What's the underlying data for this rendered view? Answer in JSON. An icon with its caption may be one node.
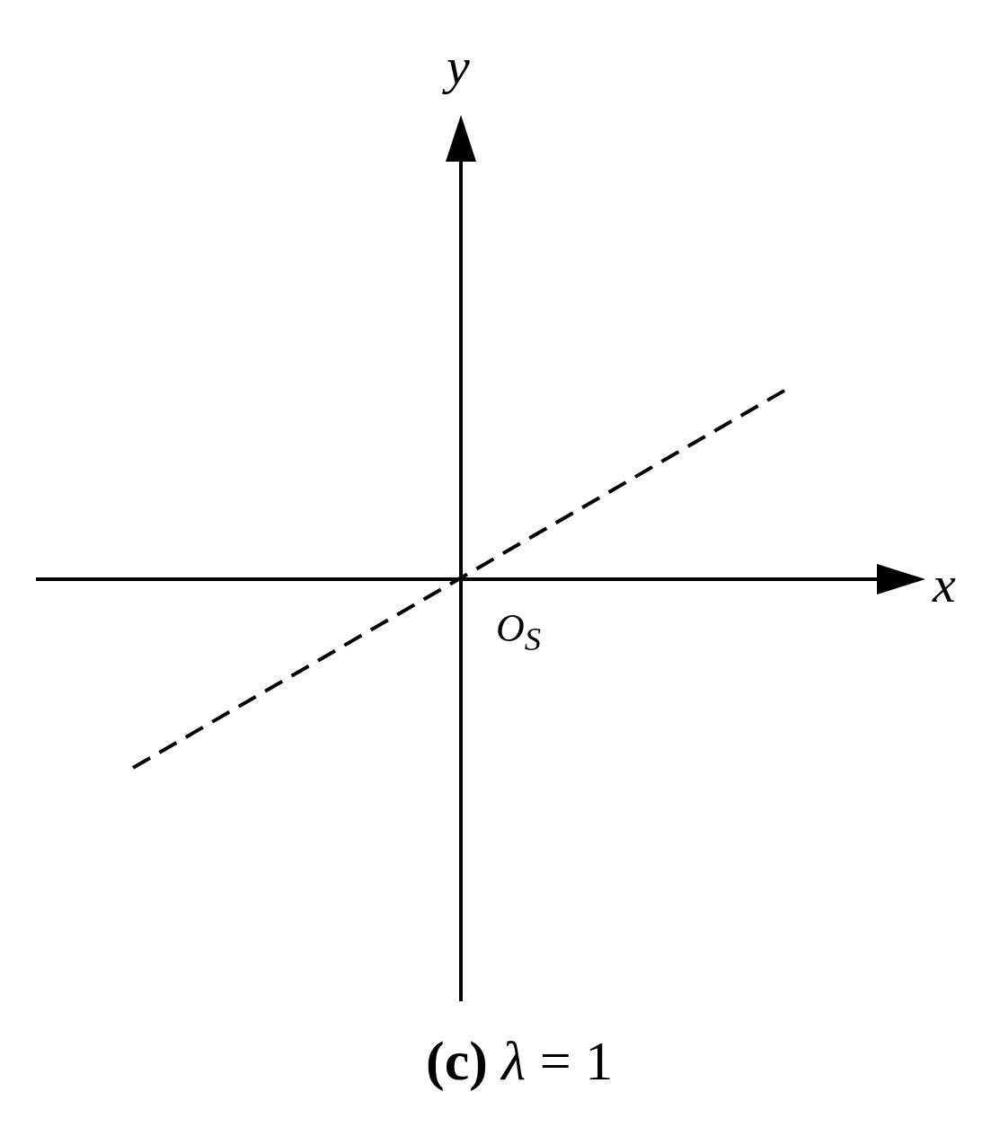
{
  "diagram": {
    "caption": "**(c)** *λ* = 1",
    "labels": [
      "y",
      "x",
      "O$_{S}$"
    ]
  }
}
